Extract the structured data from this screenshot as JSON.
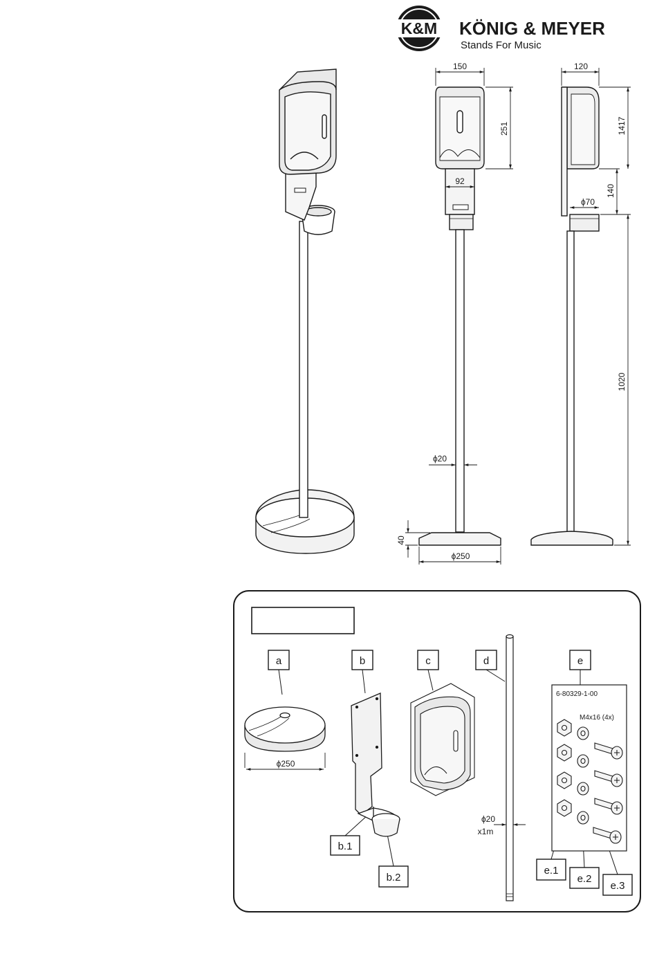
{
  "brand": {
    "logo_text": "K&M",
    "name": "KÖNIG & MEYER",
    "tagline": "Stands For Music"
  },
  "dimensions": {
    "front_width": "150",
    "side_depth": "120",
    "dispenser_height": "251",
    "total_height": "1417",
    "bracket_width": "92",
    "bracket_height": "140",
    "cup_diameter": "ϕ70",
    "tube_length": "1020",
    "tube_diameter": "ϕ20",
    "base_height": "40",
    "base_diameter": "ϕ250"
  },
  "parts": {
    "a": {
      "label": "a",
      "dimension": "ϕ250"
    },
    "b": {
      "label": "b",
      "sub1": "b.1",
      "sub2": "b.2"
    },
    "c": {
      "label": "c"
    },
    "d": {
      "label": "d",
      "dimension": "ϕ20",
      "length": "x1m"
    },
    "e": {
      "label": "e",
      "bag_code": "6-80329-1-00",
      "screw_spec": "M4x16 (4x)",
      "sub1": "e.1",
      "sub2": "e.2",
      "sub3": "e.3"
    }
  }
}
